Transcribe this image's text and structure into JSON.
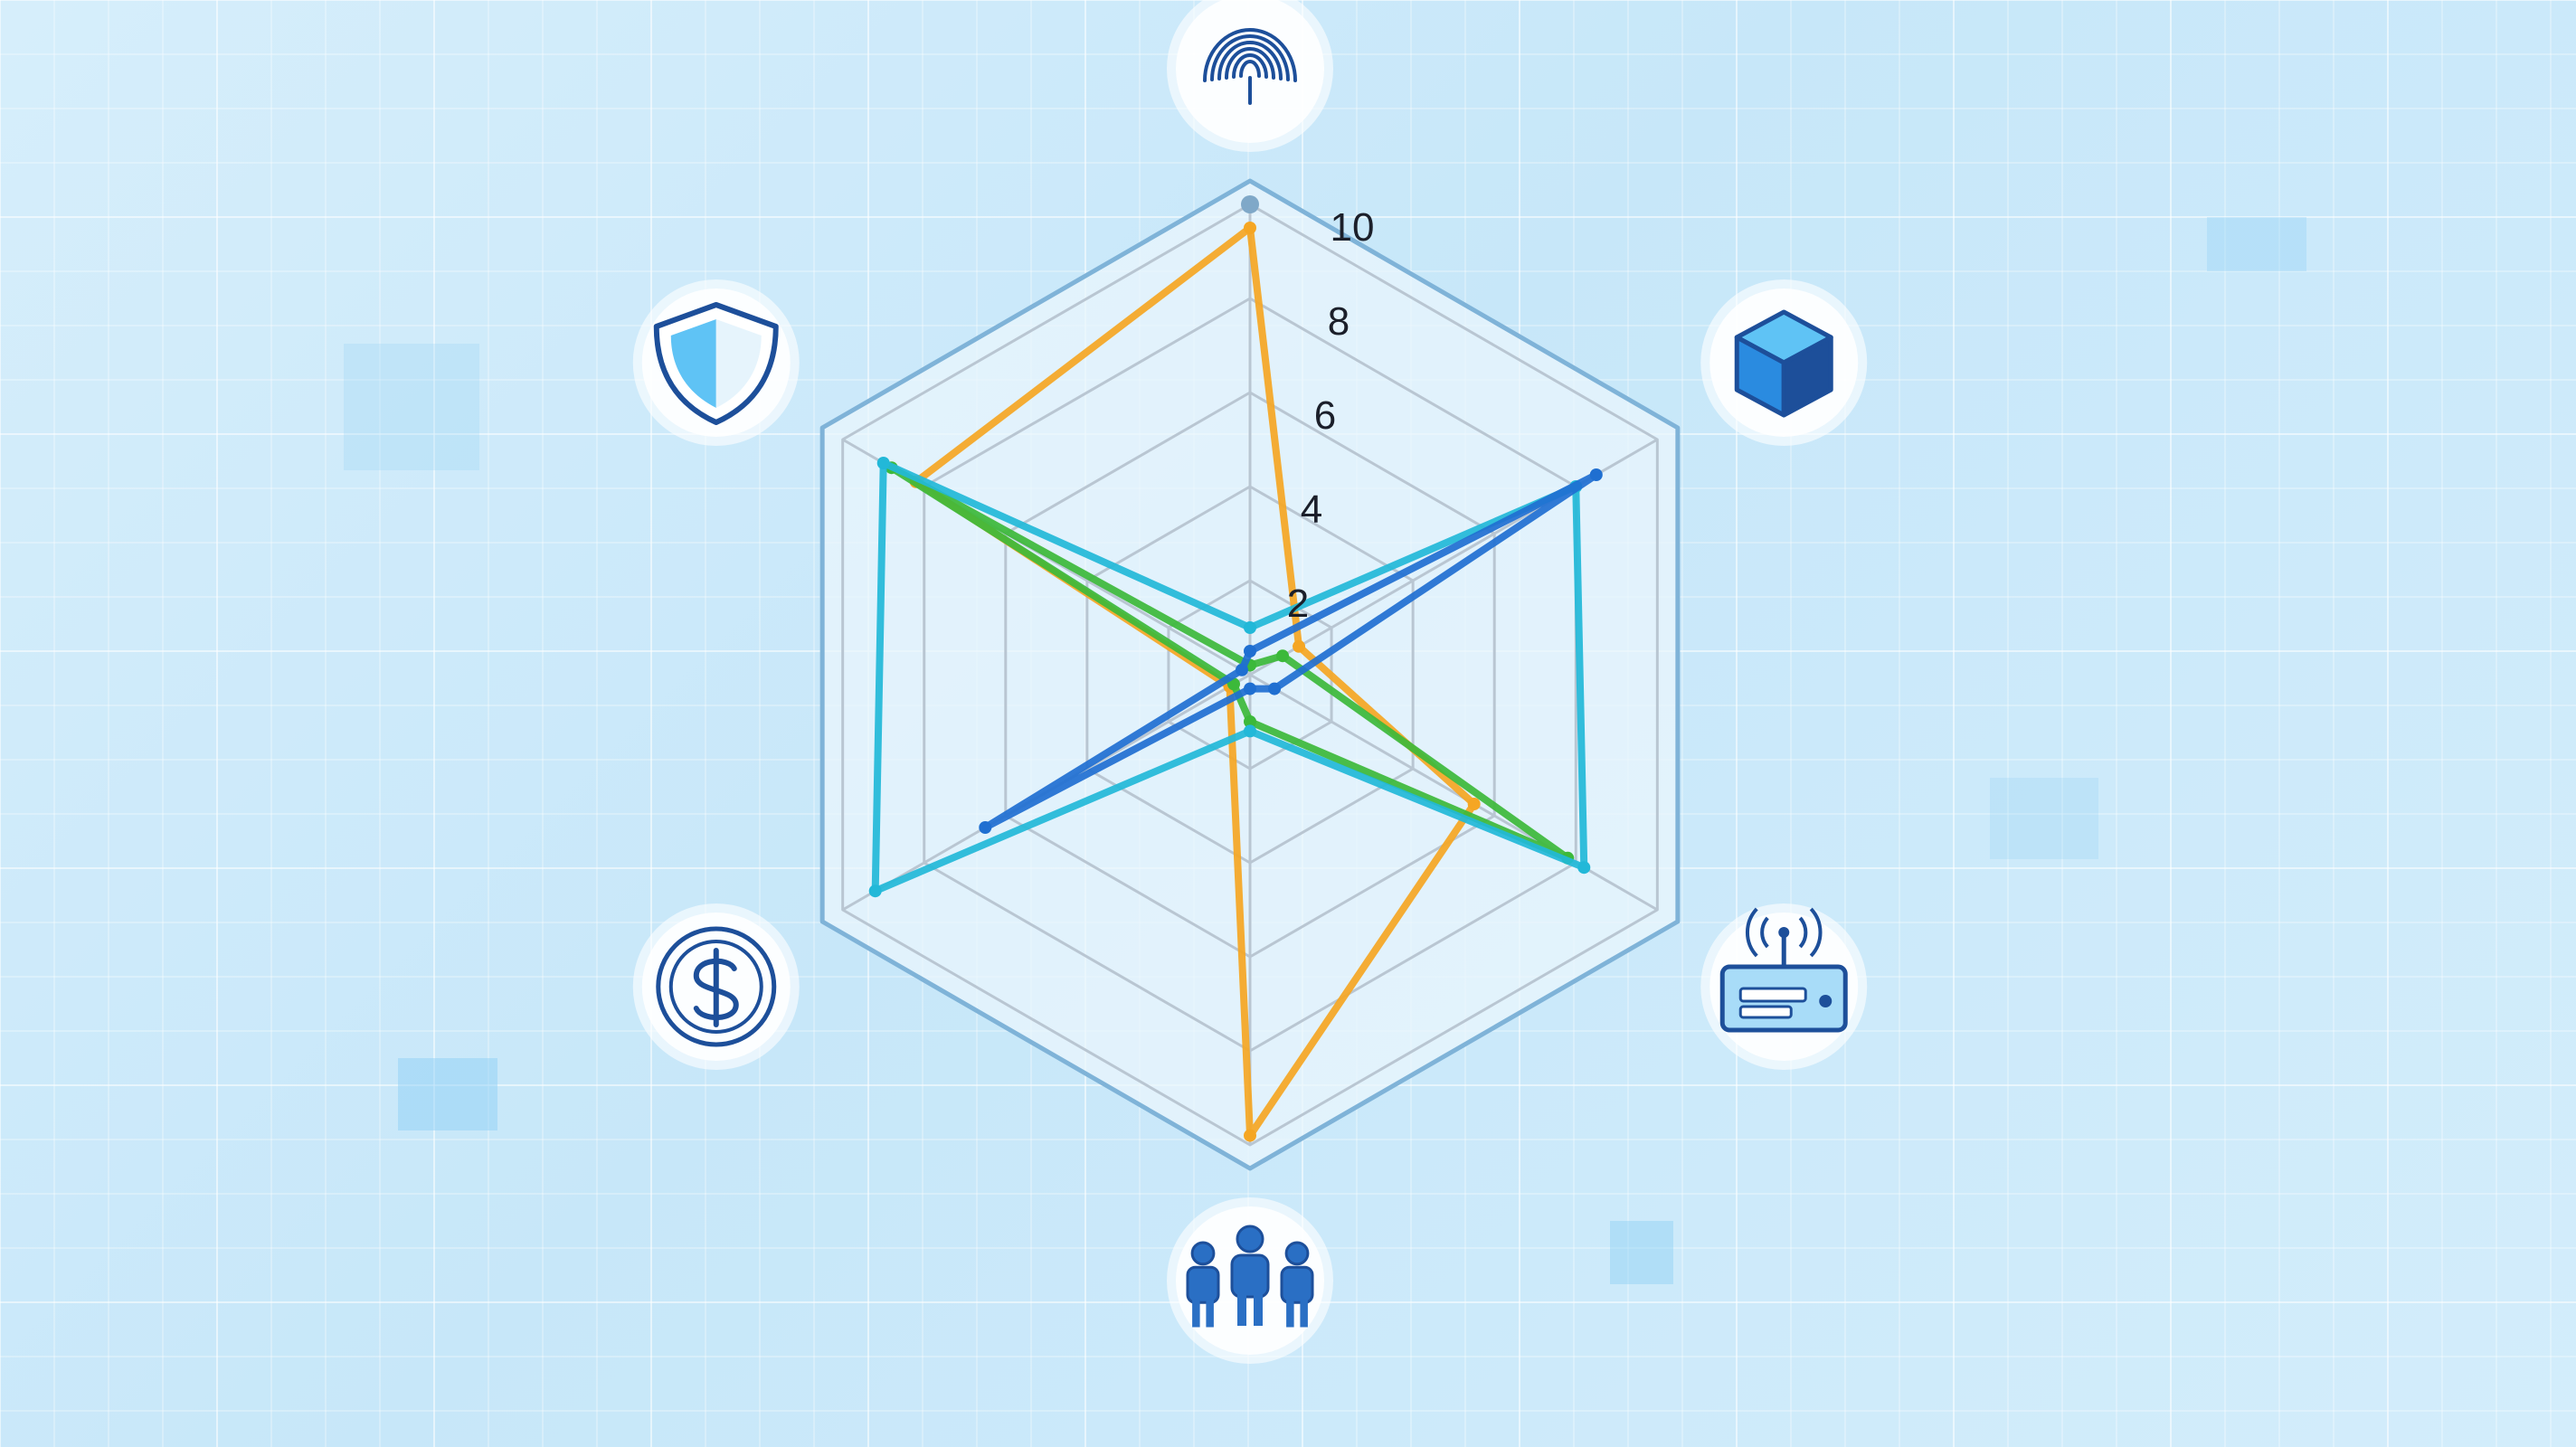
{
  "chart_data": {
    "type": "radar",
    "title": "",
    "axes": [
      {
        "icon": "fingerprint-icon"
      },
      {
        "icon": "cube-icon"
      },
      {
        "icon": "router-icon"
      },
      {
        "icon": "people-icon"
      },
      {
        "icon": "dollar-coin-icon"
      },
      {
        "icon": "shield-icon"
      }
    ],
    "r_range": [
      0,
      10
    ],
    "ticks": [
      "2",
      "4",
      "6",
      "8",
      "10"
    ],
    "tick_values": [
      2,
      4,
      6,
      8,
      10
    ],
    "grid": true,
    "series": [
      {
        "color": "#f5a623",
        "values": [
          9.5,
          1.2,
          5.5,
          9.8,
          0.5,
          8.2
        ]
      },
      {
        "color": "#3cb93a",
        "values": [
          0.2,
          0.8,
          7.8,
          1.0,
          0.4,
          8.8
        ]
      },
      {
        "color": "#22b8d8",
        "values": [
          1.0,
          8.0,
          8.2,
          1.2,
          9.2,
          9.0
        ]
      },
      {
        "color": "#1f6fd1",
        "values": [
          0.5,
          8.5,
          0.6,
          0.3,
          6.5,
          0.2
        ]
      }
    ]
  },
  "colors": {
    "frame": "#7fb3d8",
    "grid": "#b9c6d2",
    "icon_dark": "#1d4f9a",
    "icon_light": "#5fc3f5"
  }
}
